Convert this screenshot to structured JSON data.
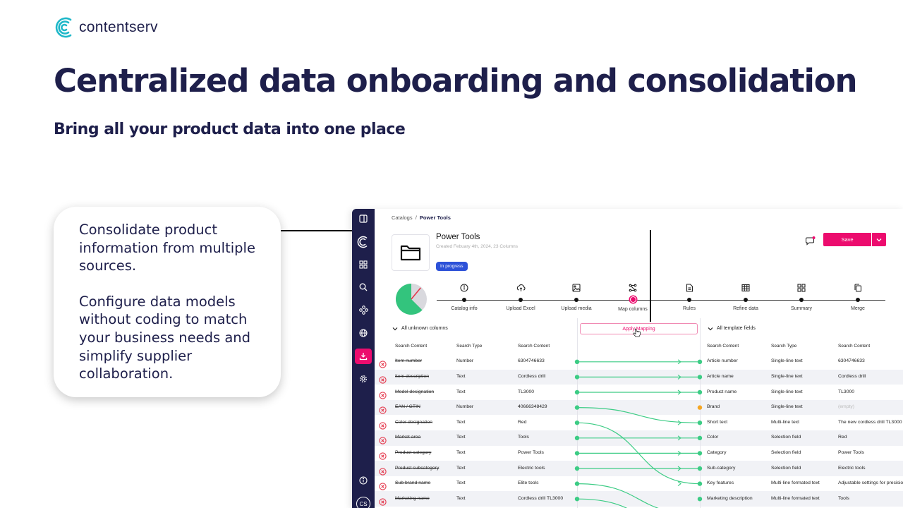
{
  "slide": {
    "logo_text": "contentserv",
    "headline": "Centralized data onboarding and consolidation",
    "subline": "Bring all your product data into one place",
    "callout": [
      "Consolidate product information from multiple sources.",
      "Configure data models without coding to match your business needs and simplify supplier collaboration."
    ]
  },
  "colors": {
    "navy": "#1e1f4b",
    "accent": "#ec0c6e",
    "badge": "#2d52d8",
    "mapping": "#3dcc85",
    "warning": "#f5a623",
    "error": "#e5374b"
  },
  "app": {
    "breadcrumb": {
      "parent": "Catalogs",
      "sep": "/",
      "current": "Power Tools"
    },
    "catalog": {
      "title": "Power Tools",
      "subtitle": "Created Febuary 4th, 2024, 23 Columns",
      "status": "In progress",
      "icon": "folder-icon"
    },
    "progress_fraction": 0.375,
    "save_label": "Save",
    "rail_icons": [
      "panel-toggle-icon",
      "contentserv-logo-icon",
      "grid-icon",
      "search-icon",
      "network-icon",
      "globe-icon",
      "import-icon",
      "gear-icon",
      "help-icon"
    ],
    "steps": [
      {
        "label": "Catalog info",
        "icon": "info-icon"
      },
      {
        "label": "Upload Excel",
        "icon": "cloud-upload-icon"
      },
      {
        "label": "Upload media",
        "icon": "image-icon"
      },
      {
        "label": "Map columns",
        "icon": "map-columns-icon",
        "current": true
      },
      {
        "label": "Rules",
        "icon": "document-icon"
      },
      {
        "label": "Refine data",
        "icon": "table-icon"
      },
      {
        "label": "Summary",
        "icon": "summary-icon"
      },
      {
        "label": "Merge",
        "icon": "copy-icon"
      }
    ],
    "left_section_title": "All unknown columns",
    "right_section_title": "All template fields",
    "apply_label": "Apply Mapping",
    "user_initials": "CS",
    "left_headers": [
      "Search Content",
      "Search Type",
      "Search Content"
    ],
    "right_headers": [
      "Search Content",
      "Search Type",
      "Search Content"
    ],
    "left_rows": [
      [
        "Item number",
        "Number",
        "6304746633"
      ],
      [
        "Item description",
        "Text",
        "Cordless drill"
      ],
      [
        "Model designation",
        "Text",
        "TL3000"
      ],
      [
        "EAN / GTIN",
        "Number",
        "40666348429"
      ],
      [
        "Color designation",
        "Text",
        "Red"
      ],
      [
        "Market area",
        "Text",
        "Tools"
      ],
      [
        "Product category",
        "Text",
        "Power Tools"
      ],
      [
        "Product subcategory",
        "Text",
        "Electric tools"
      ],
      [
        "Sub brand name",
        "Text",
        "Elite tools"
      ],
      [
        "Marketing name",
        "Text",
        "Cordless drill TL3000"
      ]
    ],
    "right_rows": [
      [
        "Article number",
        "Single-line text",
        "6304746633"
      ],
      [
        "Article name",
        "Single-line text",
        "Cordless drill"
      ],
      [
        "Product name",
        "Single-line text",
        "TL3000"
      ],
      [
        "Brand",
        "Single-line text",
        "(empty)"
      ],
      [
        "Short text",
        "Multi-line text",
        "The new cordless drill TL3000"
      ],
      [
        "Color",
        "Selection field",
        "Red"
      ],
      [
        "Category",
        "Selection field",
        "Power Tools"
      ],
      [
        "Sub-category",
        "Selection field",
        "Electric tools"
      ],
      [
        "Key features",
        "Multi-line formated text",
        "Adjustable settings for precision"
      ],
      [
        "Marketing description",
        "Multi-line formated text",
        "Tools"
      ]
    ]
  }
}
